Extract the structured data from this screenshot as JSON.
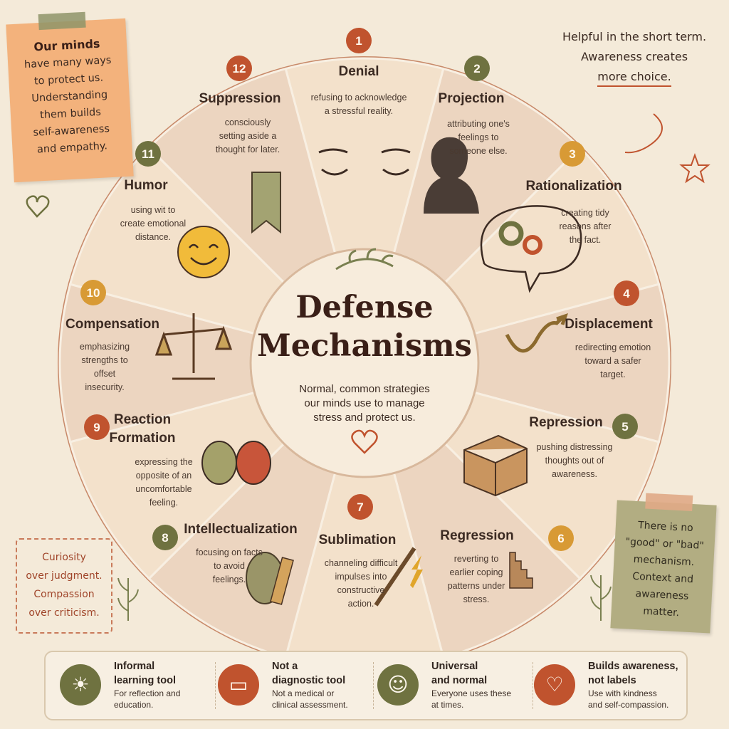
{
  "center": {
    "title_line1": "Defense",
    "title_line2": "Mechanisms",
    "subtitle_lines": [
      "Normal, common strategies",
      "our minds use to manage",
      "stress and protect us."
    ]
  },
  "mechanisms": [
    {
      "num": "1",
      "name": "Denial",
      "desc": [
        "refusing to acknowledge",
        "a stressful reality."
      ],
      "color": "#c0532e"
    },
    {
      "num": "2",
      "name": "Projection",
      "desc": [
        "attributing one's",
        "feelings to",
        "someone else."
      ],
      "color": "#6f7240"
    },
    {
      "num": "3",
      "name": "Rationalization",
      "desc": [
        "creating tidy",
        "reasons after",
        "the fact."
      ],
      "color": "#d89a35"
    },
    {
      "num": "4",
      "name": "Displacement",
      "desc": [
        "redirecting emotion",
        "toward a safer",
        "target."
      ],
      "color": "#c0532e"
    },
    {
      "num": "5",
      "name": "Repression",
      "desc": [
        "pushing distressing",
        "thoughts out of",
        "awareness."
      ],
      "color": "#6f7240"
    },
    {
      "num": "6",
      "name": "Regression",
      "desc": [
        "reverting to",
        "earlier coping",
        "patterns under",
        "stress."
      ],
      "color": "#d89a35"
    },
    {
      "num": "7",
      "name": "Sublimation",
      "desc": [
        "channeling difficult",
        "impulses into",
        "constructive",
        "action."
      ],
      "color": "#c0532e"
    },
    {
      "num": "8",
      "name": "Intellectualization",
      "desc": [
        "focusing on facts",
        "to avoid",
        "feelings."
      ],
      "color": "#6f7240"
    },
    {
      "num": "9",
      "name": "Reaction\nFormation",
      "desc": [
        "expressing the",
        "opposite of an",
        "uncomfortable",
        "feeling."
      ],
      "color": "#c0532e"
    },
    {
      "num": "10",
      "name": "Compensation",
      "desc": [
        "emphasizing",
        "strengths to",
        "offset",
        "insecurity."
      ],
      "color": "#d89a35"
    },
    {
      "num": "11",
      "name": "Humor",
      "desc": [
        "using wit to",
        "create emotional",
        "distance."
      ],
      "color": "#6f7240"
    },
    {
      "num": "12",
      "name": "Suppression",
      "desc": [
        "consciously",
        "setting aside a",
        "thought for later."
      ],
      "color": "#c0532e"
    }
  ],
  "notes": {
    "top_left_title": "Our minds",
    "top_left_lines": [
      "have many ways",
      "to protect us.",
      "Understanding",
      "them builds",
      "self-awareness",
      "and empathy."
    ],
    "top_right_lines": [
      "Helpful in the short term.",
      "Awareness creates"
    ],
    "top_right_emphasis": "more choice.",
    "bottom_left_lines": [
      "Curiosity",
      "over judgment.",
      "Compassion",
      "over criticism."
    ],
    "bottom_right_lines": [
      "There is no",
      "\"good\" or \"bad\"",
      "mechanism.",
      "Context and",
      "awareness",
      "matter."
    ]
  },
  "footer": [
    {
      "title": [
        "Informal",
        "learning tool"
      ],
      "desc": [
        "For reflection and",
        "education."
      ],
      "icon": "lightbulb-icon",
      "color": "#6f7240"
    },
    {
      "title": [
        "Not a",
        "diagnostic tool"
      ],
      "desc": [
        "Not a medical or",
        "clinical assessment."
      ],
      "icon": "book-icon",
      "color": "#c0532e"
    },
    {
      "title": [
        "Universal",
        "and normal"
      ],
      "desc": [
        "Everyone uses these",
        "at times."
      ],
      "icon": "people-icon",
      "color": "#6f7240"
    },
    {
      "title": [
        "Builds awareness,",
        "not labels"
      ],
      "desc": [
        "Use with kindness",
        "and self-compassion."
      ],
      "icon": "heart-icon",
      "color": "#c0532e"
    }
  ],
  "colors": {
    "background": "#f4ead9",
    "terracotta": "#c0532e",
    "olive": "#6f7240",
    "mustard": "#d89a35",
    "ink": "#3b2a22"
  }
}
